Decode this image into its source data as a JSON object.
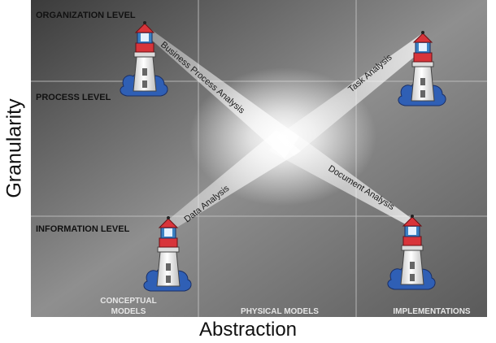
{
  "axes": {
    "y_label": "Granularity",
    "x_label": "Abstraction"
  },
  "rows": {
    "organization": "ORGANIZATION LEVEL",
    "process": "PROCESS LEVEL",
    "information": "INFORMATION LEVEL"
  },
  "columns": {
    "conceptual_line1": "CONCEPTUAL",
    "conceptual_line2": "MODELS",
    "physical": "PHYSICAL MODELS",
    "implementations": "IMPLEMENTATIONS"
  },
  "beams": {
    "business_process": "Business Process Analysis",
    "task": "Task Analysis",
    "data": "Data Analysis",
    "document": "Document Analysis"
  },
  "colors": {
    "panel_dark": "#3a3a3a",
    "panel_light": "#a5a5a5",
    "lighthouse_red": "#d8343a",
    "lighthouse_blue": "#2f5fb5",
    "glow": "#ffffff"
  }
}
